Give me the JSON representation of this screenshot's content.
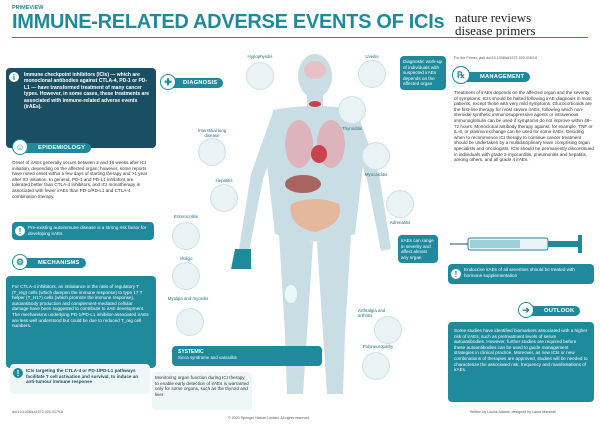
{
  "header": {
    "tag": "PRIMEVIEW",
    "title": "IMMUNE-RELATED ADVERSE EVENTS OF ICIs",
    "brand_line1": "nature reviews",
    "brand_line2": "disease primers",
    "primer_ref": "For the Primer, visit doi:10.1038/s41572-020-0160-6"
  },
  "intro": {
    "text": "Immune checkpoint inhibitors (ICIs) — which are monoclonal antibodies against CTLA-4, PD-1 or PD-L1 — have transformed treatment of many cancer types. However, in some cases, these treatments are associated with immune-related adverse events (irAEs)."
  },
  "epidemiology": {
    "label": "EPIDEMIOLOGY",
    "text": "Onset of irAEs generally occurs between 2 and 16 weeks after ICI initiation, depending on the affected organ; however, some reports have noted onset within a few days of starting therapy and >1 year after ICI initiation. In general, PD-1 and PD-L1 inhibitors are tolerated better than CTLA-4 inhibitors, and ICI monotherapy is associated with fewer irAEs than PD-1/PD-L1 and CTLA-4 combination therapy.",
    "alert": "Pre-existing autoimmune disease is a strong risk factor for developing irAEs"
  },
  "mechanisms": {
    "label": "MECHANISMS",
    "text": "For CTLA-4 inhibitors, an imbalance in the ratio of regulatory T (T_reg) cells (which dampen the immune response) to type 17 T helper (T_H17) cells (which promote the immune response), autoantibody production and complement-mediated cellular damage have been suggested to contribute to irAE development. The mechanisms underlying PD-1/PD-L1 inhibitor-associated irAEs are less well understood but could be due to reduced T_reg cell numbers.",
    "alert": "ICIs targeting the CTLA-4 or PD-1/PD-L1 pathways facilitate T cell activation and survival, to induce an anti-tumour immune response"
  },
  "diagnosis": {
    "label": "DIAGNOSIS",
    "side_text": "Diagnostic work-up of individuals with suspected irAEs depends on the affected organ",
    "range_text": "irAEs can range in severity and affect almost any organ",
    "monitoring": "Monitoring organ function during ICI therapy to enable early detection of irAEs is warranted only for some organs, such as the thyroid and liver",
    "systemic_title": "SYSTEMIC",
    "systemic_text": "Sicca syndrome and vasculitis"
  },
  "organs": {
    "hypophysitis": "Hypophysitis",
    "uveitis": "Uveitis",
    "thyroiditis": "Thyroiditis",
    "pneumonitis": "Interstitial lung disease",
    "myocarditis": "Myocarditis",
    "hepatitis": "Hepatitis",
    "adrenalitis": "Adrenalitis",
    "enterocolitis": "Enterocolitis",
    "vitiligo": "Vitiligo",
    "myalgia": "Myalgia and myositis",
    "arthralgia": "Arthralgia and arthritis",
    "polyneuropathy": "Polyneuropathy"
  },
  "management": {
    "label": "MANAGEMENT",
    "text": "Treatment of irAEs depends on the affected organ and the severity of symptoms. ICIs should be halted following irAE diagnosis in most patients, except those with very mild symptoms. Glucocorticoids are the first-line therapy for most severe irAEs, following which non-steroidal synthetic immunosuppressive agents or intravenous immunoglobulin can be used if symptoms do not improve within 48–72 hours. Monoclonal antibody therapy against, for example, TNF or IL-6, or plasma exchange can be used for some irAEs. Deciding when to recommence ICI therapy to continue cancer treatment should be undertaken by a multidisciplinary team comprising organ specialists and oncologists. ICIs should be permanently discontinued in individuals with grade 3 myocarditis, pneumonitis and hepatitis, among others, and all grade 4 irAEs.",
    "alert": "Endocrine irAEs of all severities should be treated with hormone supplementation"
  },
  "outlook": {
    "label": "OUTLOOK",
    "text": "Some studies have identified biomarkers associated with a higher risk of irAEs, such as pretreatment levels of serum autoantibodies. However, further studies are required before these autoantibodies can be used to guide management strategies in clinical practice. Moreover, as new ICIs or new combinations of therapies are approved, studies will be needed to characterize the associated risk, frequency and manifestations of irAEs."
  },
  "footer": {
    "doi": "doi:10.1038/s41572-020-0179-6",
    "copyright": "© 2020 Springer Nature Limited. All rights reserved.",
    "credits": "Written by Louise Adams; designed by Laura Marshall"
  },
  "colors": {
    "teal": "#1f8a9b",
    "dark_teal": "#1a4f63",
    "pale": "#eef7f8",
    "body": "#c9dde4"
  }
}
